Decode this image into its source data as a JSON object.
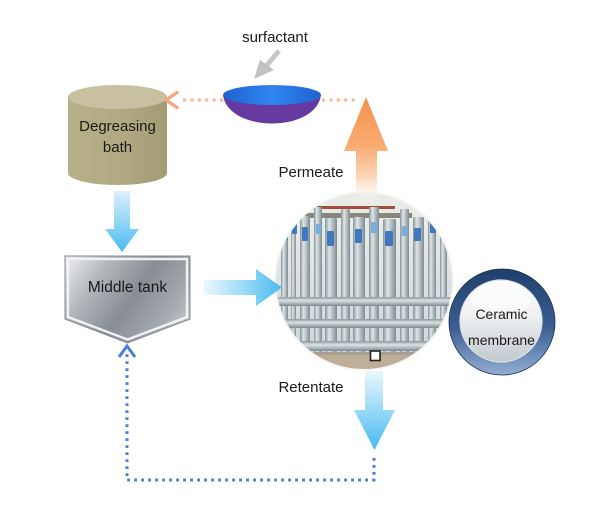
{
  "diagram": {
    "type": "process-flow-diagram",
    "background_color": "#ffffff",
    "labels": {
      "surfactant": "surfactant",
      "degreasing_bath_line1": "Degreasing",
      "degreasing_bath_line2": "bath",
      "middle_tank": "Middle tank",
      "permeate": "Permeate",
      "retentate": "Retentate",
      "ceramic_membrane_line1": "Ceramic",
      "ceramic_membrane_line2": "membrane"
    },
    "flows": [
      {
        "from": "surfactant-bowl",
        "to": "degreasing-bath",
        "style": "dotted-line-arrow",
        "color": "#f6ba92"
      },
      {
        "from": "degreasing-bath",
        "to": "middle-tank",
        "style": "solid-gradient-arrow",
        "color": "#4abdf1"
      },
      {
        "from": "middle-tank",
        "to": "membrane-unit",
        "style": "solid-gradient-arrow",
        "color": "#4abdf1"
      },
      {
        "from": "membrane-unit",
        "to": "surfactant-bowl",
        "style": "fading-gradient-arrow",
        "color": "#f5914d",
        "label": "Permeate"
      },
      {
        "from": "membrane-unit",
        "to": "middle-tank",
        "style": "solid-arrow-then-dotted-recycle",
        "color": "#4a7ed2",
        "label": "Retentate"
      }
    ],
    "colors": {
      "bath_body": "#b2aa82",
      "bath_top": "#c8c19f",
      "bowl_liquid_blue": "#2b7ce6",
      "bowl_purple": "#673aa2",
      "blue_arrow": "#4abdf1",
      "orange_arrow": "#f5914d",
      "orange_dotted": "#f6ba92",
      "blue_dotted": "#4a7ed2",
      "tank_metal_dark": "#878d93",
      "tank_metal_light": "#eff0f1",
      "badge_ring_top": "#20406b",
      "badge_ring_bottom": "#93aed3",
      "pour_arrow_gray": "#c4c4c4"
    }
  }
}
